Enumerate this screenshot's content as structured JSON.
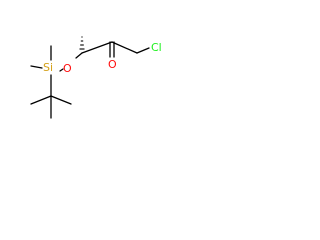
{
  "molecule": {
    "atoms": {
      "o_ether": "O",
      "o_carbonyl": "O",
      "si": "Si",
      "cl": "Cl"
    },
    "colors": {
      "oxygen": "#ff0d0d",
      "silicon": "#d4a017",
      "chlorine": "#1ff01f",
      "bond": "#000000"
    }
  }
}
